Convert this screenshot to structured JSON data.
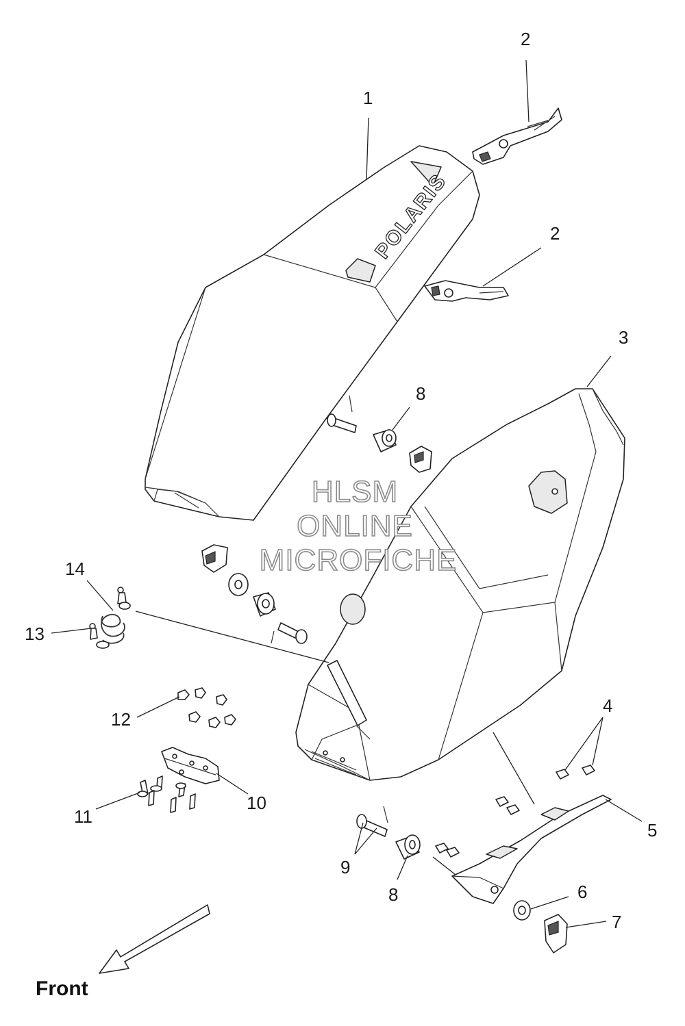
{
  "callouts": {
    "c1": "1",
    "c2a": "2",
    "c2b": "2",
    "c3": "3",
    "c4": "4",
    "c5": "5",
    "c6": "6",
    "c7": "7",
    "c8a": "8",
    "c8b": "8",
    "c9": "9",
    "c10": "10",
    "c11": "11",
    "c12": "12",
    "c13": "13",
    "c14": "14"
  },
  "lid_logo": "POLARIS",
  "direction_label": "Front",
  "watermark": {
    "line1": "HLSM",
    "line2": "ONLINE",
    "line3": "MICROFICHE"
  }
}
